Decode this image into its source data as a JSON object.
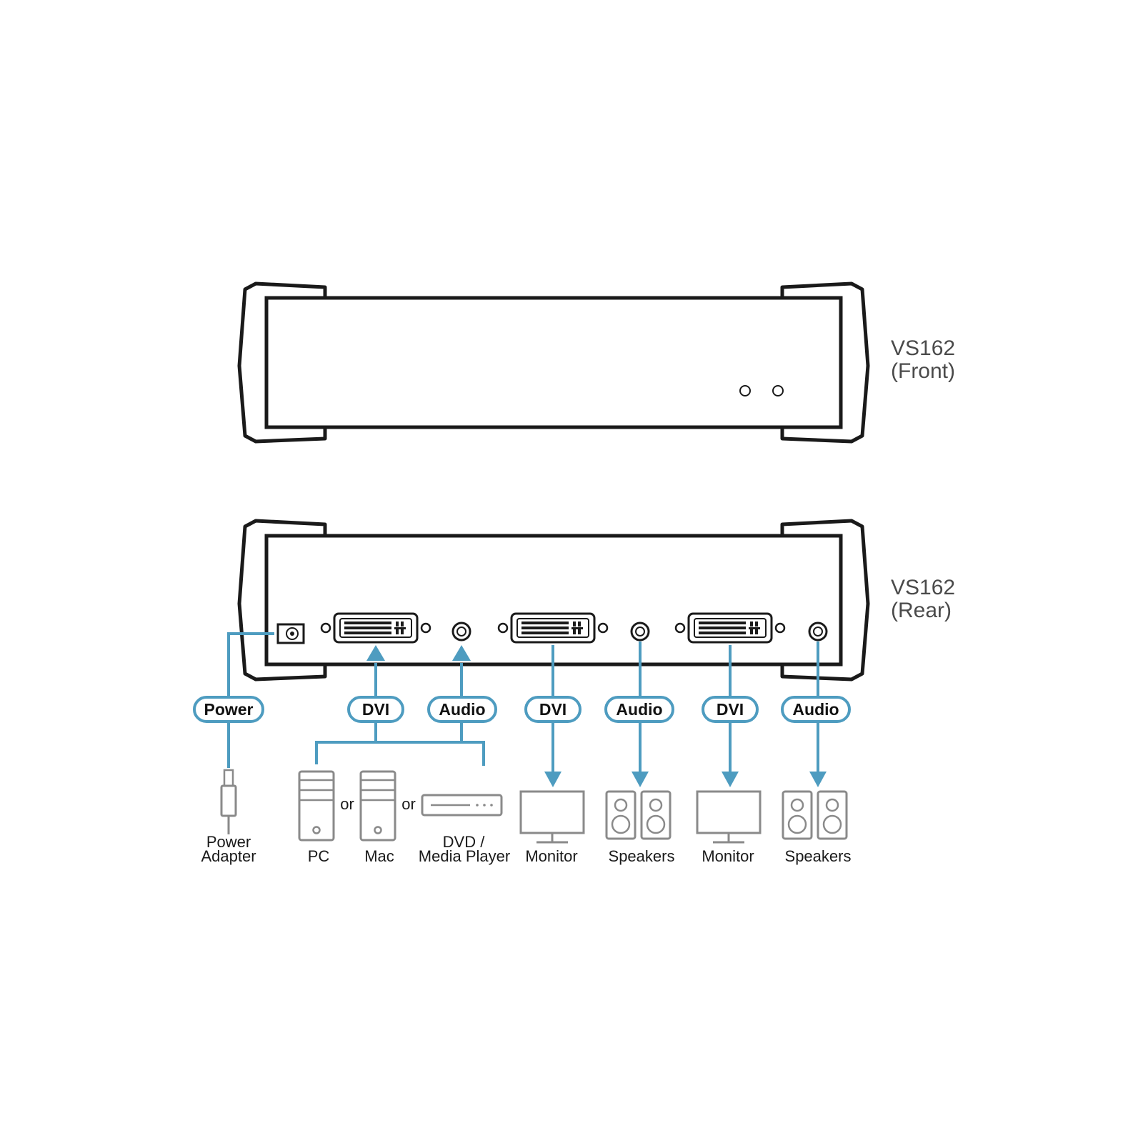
{
  "front": {
    "model": "VS162",
    "view": "(Front)"
  },
  "rear": {
    "model": "VS162",
    "view": "(Rear)"
  },
  "pills": {
    "power": "Power",
    "dvi_in": "DVI",
    "audio_in": "Audio",
    "dvi_out1": "DVI",
    "audio_out1": "Audio",
    "dvi_out2": "DVI",
    "audio_out2": "Audio"
  },
  "devices": {
    "power_adapter_line1": "Power",
    "power_adapter_line2": "Adapter",
    "pc": "PC",
    "or1": "or",
    "mac": "Mac",
    "or2": "or",
    "dvd_line1": "DVD /",
    "dvd_line2": "Media Player",
    "monitor1": "Monitor",
    "speakers1": "Speakers",
    "monitor2": "Monitor",
    "speakers2": "Speakers"
  },
  "colors": {
    "outline": "#1a1a1a",
    "cable": "#4e9cc0",
    "device": "#8a8a8a"
  }
}
